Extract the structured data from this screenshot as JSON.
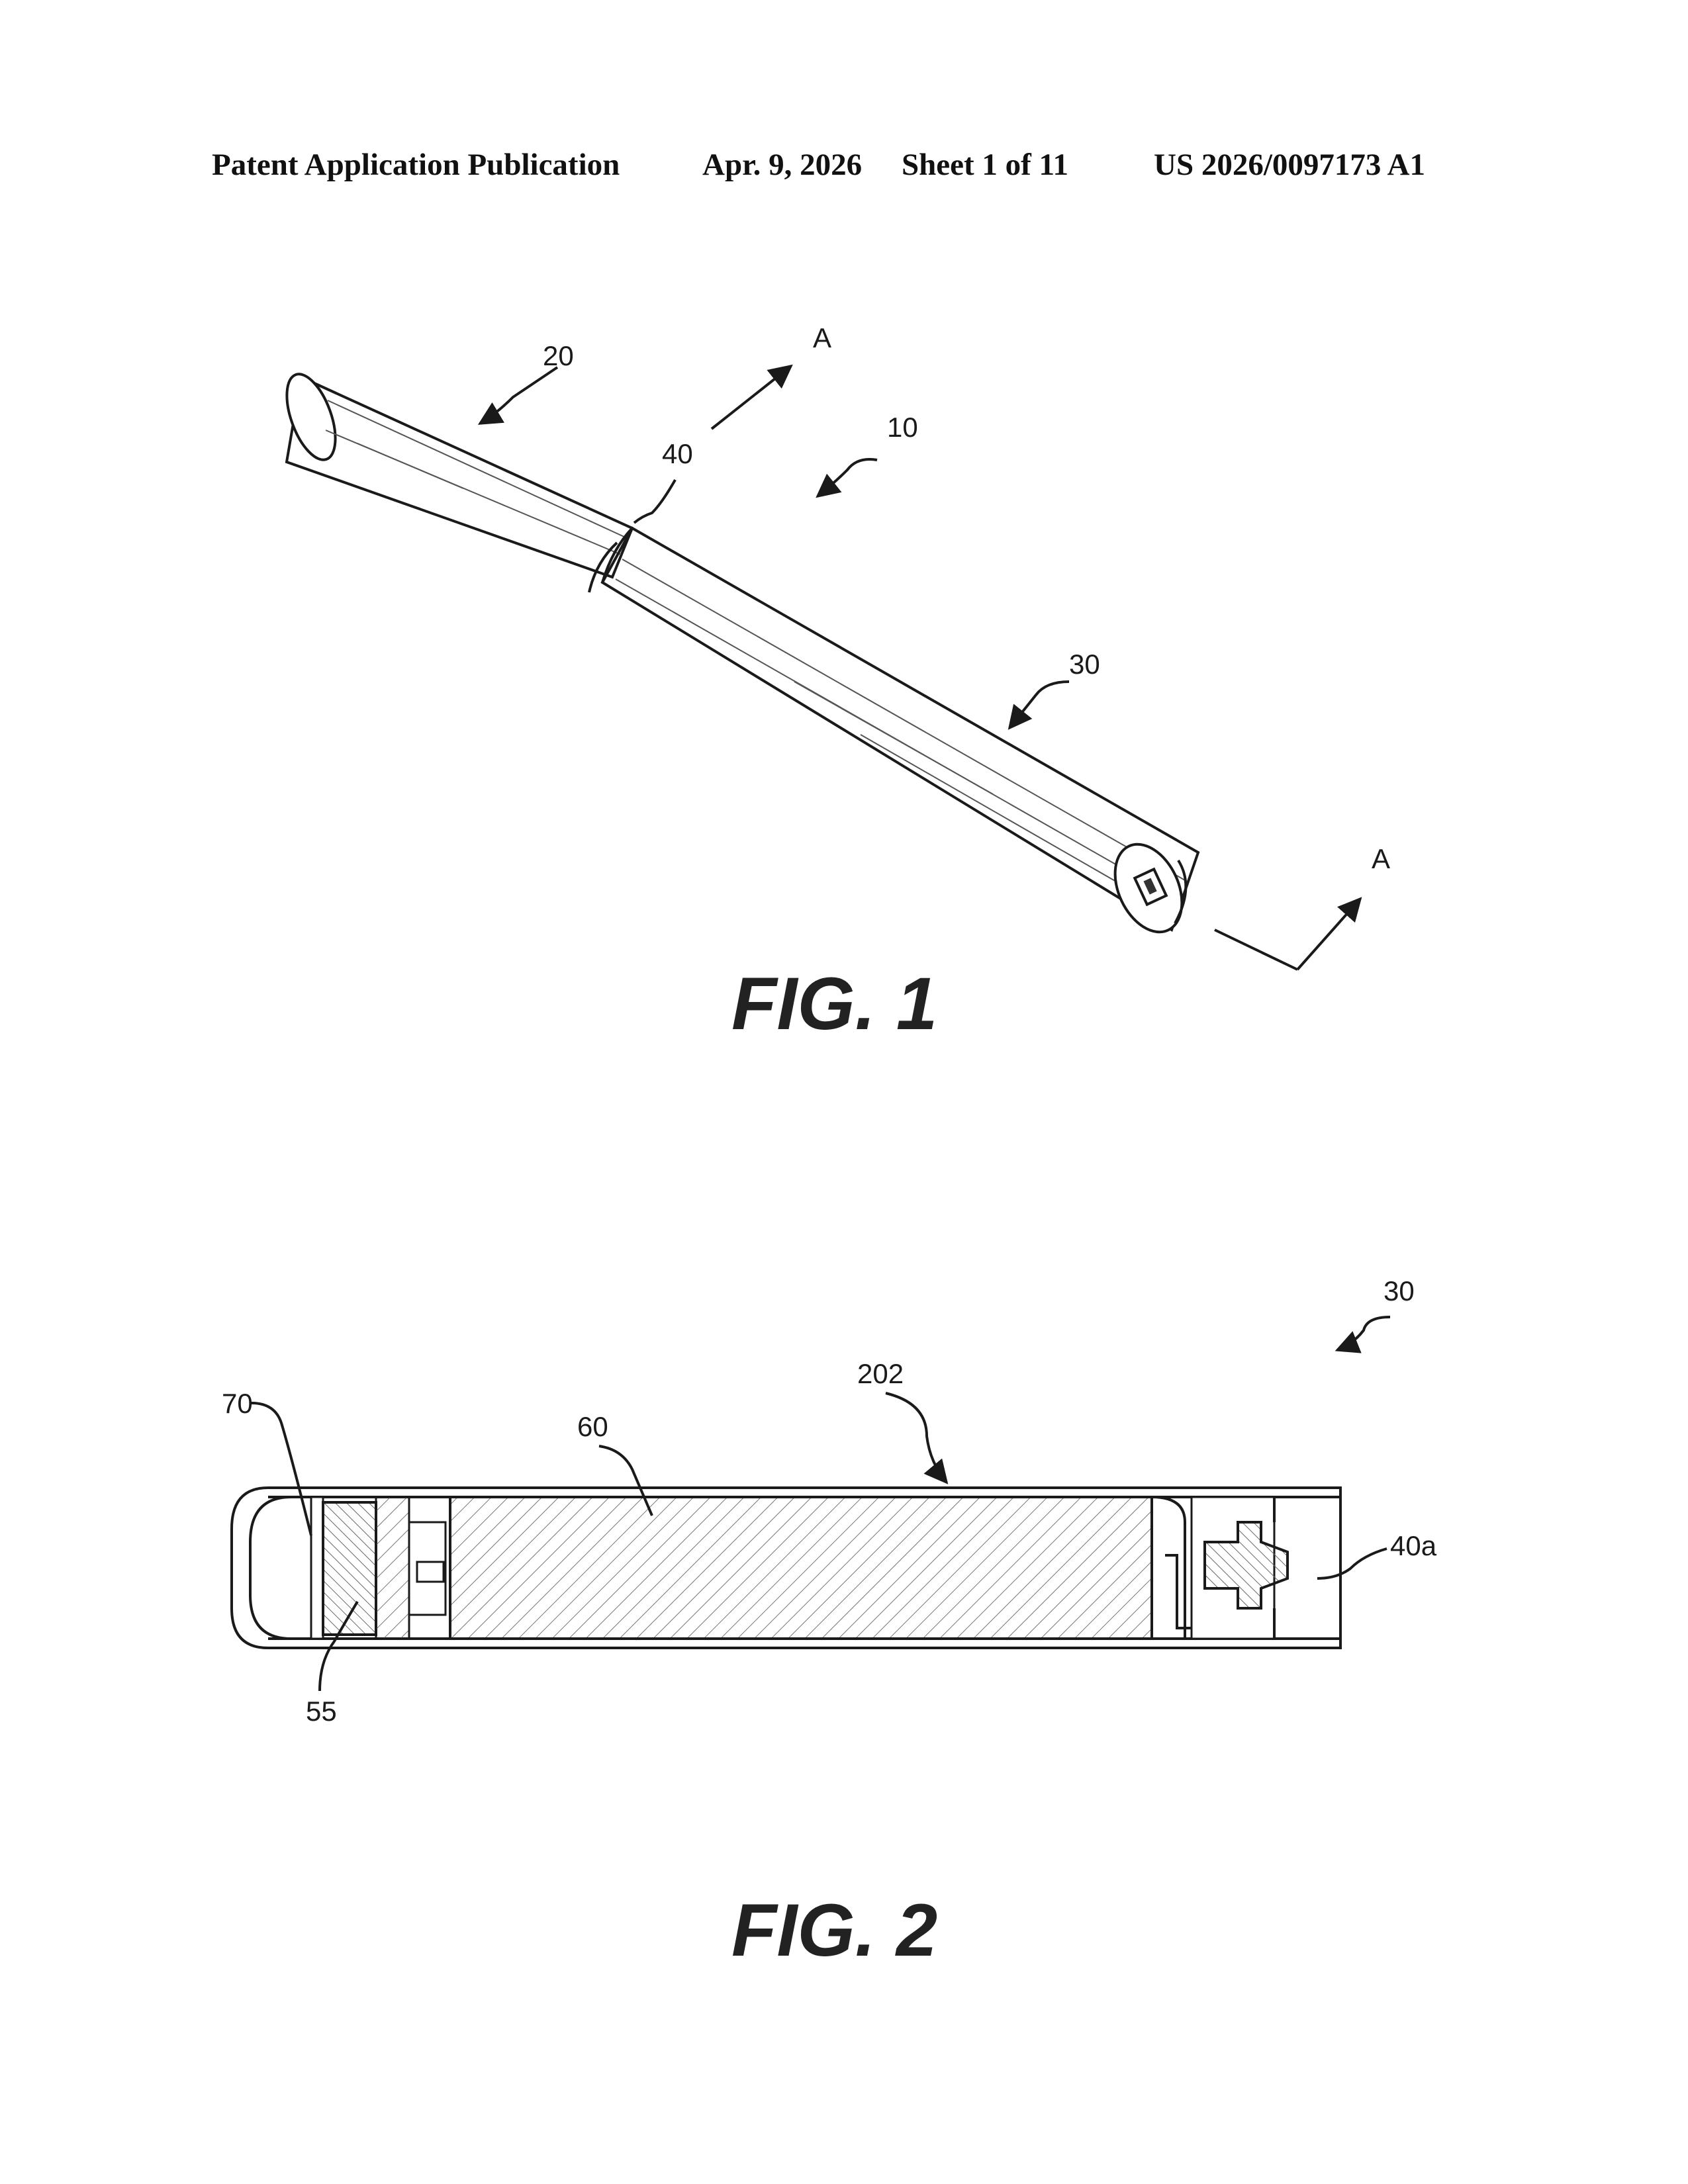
{
  "header": {
    "publication": "Patent Application Publication",
    "date": "Apr. 9, 2026",
    "sheet": "Sheet 1 of 11",
    "number": "US 2026/0097173 A1"
  },
  "fig1": {
    "caption": "FIG. 1",
    "labels": {
      "ref_20": "20",
      "ref_40": "40",
      "ref_10": "10",
      "ref_30": "30",
      "section_a_top": "A",
      "section_a_bottom": "A"
    }
  },
  "fig2": {
    "caption": "FIG. 2",
    "labels": {
      "ref_30": "30",
      "ref_202": "202",
      "ref_70": "70",
      "ref_60": "60",
      "ref_40a": "40a",
      "ref_55": "55"
    }
  }
}
